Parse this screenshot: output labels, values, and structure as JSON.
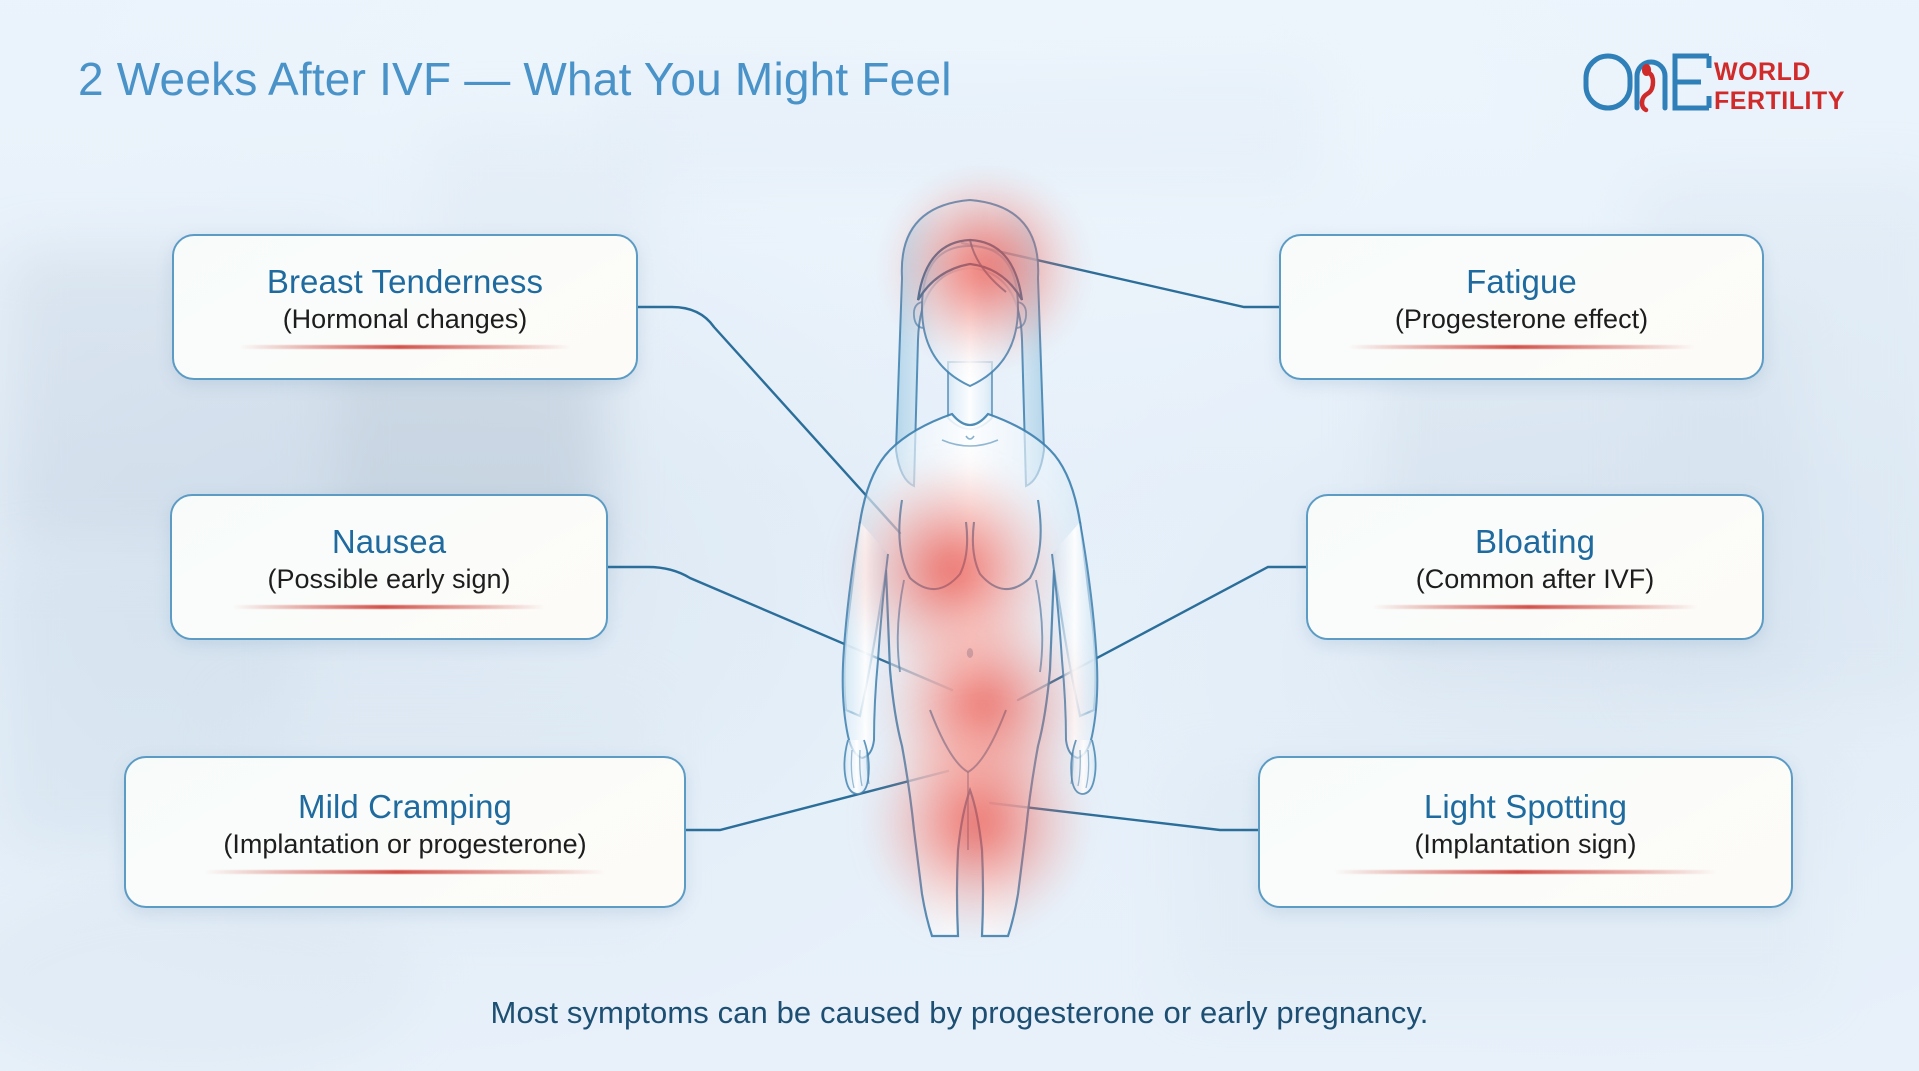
{
  "header": {
    "title": "2 Weeks After IVF — What You Might Feel",
    "logo": {
      "mark_text": "One",
      "line1": "WORLD",
      "line2": "FERTILITY",
      "mark_color": "#2f7fb8",
      "word_color": "#d02b2b"
    }
  },
  "theme": {
    "background": "#eaf2fa",
    "title_color": "#4a93c9",
    "card_border": "#5b9bc4",
    "card_title_color": "#1f6a9e",
    "card_sub_color": "#1d1d1d",
    "accent_red": "#cd3a32",
    "connector_color": "#2b6e99",
    "footer_color": "#1d4f73",
    "body_outline": "#3c7fae",
    "heat_color": "#e8483f"
  },
  "cards": [
    {
      "id": "breast",
      "title": "Breast Tenderness",
      "subtitle": "(Hormonal changes)",
      "side": "left"
    },
    {
      "id": "nausea",
      "title": "Nausea",
      "subtitle": "(Possible early sign)",
      "side": "left"
    },
    {
      "id": "cramp",
      "title": "Mild Cramping",
      "subtitle": "(Implantation or progesterone)",
      "side": "left"
    },
    {
      "id": "fatigue",
      "title": "Fatigue",
      "subtitle": "(Progesterone effect)",
      "side": "right"
    },
    {
      "id": "bloat",
      "title": "Bloating",
      "subtitle": "(Common after IVF)",
      "side": "right"
    },
    {
      "id": "spot",
      "title": "Light Spotting",
      "subtitle": "(Implantation sign)",
      "side": "right"
    }
  ],
  "figure": {
    "description": "female-body-silhouette",
    "hotspots": [
      {
        "name": "head",
        "linked_card": "fatigue"
      },
      {
        "name": "breast",
        "linked_card": "breast"
      },
      {
        "name": "abdomen",
        "linked_card": "nausea"
      },
      {
        "name": "abdomen-lower",
        "linked_card": "bloat"
      },
      {
        "name": "pelvis",
        "linked_card": "cramp"
      },
      {
        "name": "pelvis-right",
        "linked_card": "spot"
      }
    ]
  },
  "footer": {
    "note": "Most symptoms can be caused by progesterone or early pregnancy."
  }
}
